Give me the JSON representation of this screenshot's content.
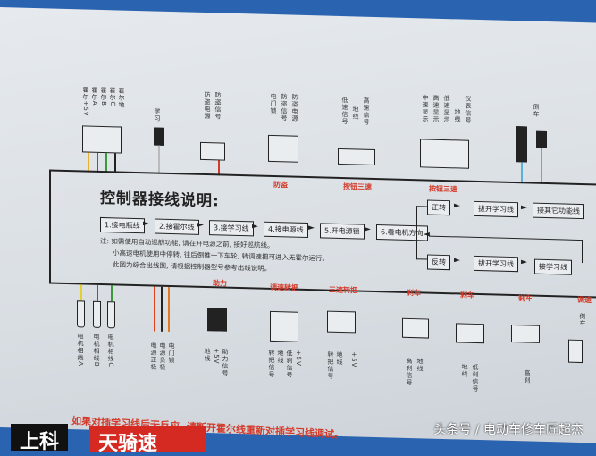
{
  "title": "控制器接线说明:",
  "steps": [
    "1.接电瓶线",
    "2.接霍尔线",
    "3.接学习线",
    "4.接电源线",
    "5.开电源锁",
    "6.看电机方向"
  ],
  "branch": {
    "forward": "正转",
    "reverse": "反转",
    "forward_steps": [
      "拔开学习线",
      "接其它功能线"
    ],
    "reverse_steps": [
      "拔开学习线",
      "接学习线"
    ]
  },
  "notes": [
    "注: 如需使用自动巡航功能, 请在开电源之前, 接好巡航线。",
    "小高速电机使用中停转, 往后倒推一下车轮, 转调速把可进入无霍尔运行。",
    "此图为综合出线图, 请根据控制器型号参考出线说明。"
  ],
  "top_connectors": [
    {
      "labels": [
        "霍尔+5V",
        "霍尔A",
        "霍尔B",
        "霍尔C",
        "霍尔地"
      ],
      "red": ""
    },
    {
      "labels": [
        "学习"
      ],
      "red": ""
    },
    {
      "labels": [
        "防盗电源",
        "防盗信号"
      ],
      "red": ""
    },
    {
      "labels": [
        "电门锁",
        "防盗信号",
        "防盗电源"
      ],
      "red": "防盗"
    },
    {
      "labels": [
        "低速信号",
        "地线",
        "高速信号"
      ],
      "red": "按钮三速"
    },
    {
      "labels": [
        "中速显示",
        "高速显示",
        "低速显示",
        "地线",
        "仪表信号"
      ],
      "red": "按钮三速"
    },
    {
      "labels": [
        "倒车"
      ],
      "red": ""
    }
  ],
  "bottom_connectors": [
    {
      "labels": [
        "电机相线A",
        "电机相线B",
        "电机相线C"
      ],
      "red": ""
    },
    {
      "labels": [
        "电源正极",
        "电源负极",
        "电门锁"
      ],
      "red": ""
    },
    {
      "labels": [
        "地线",
        "+5V",
        "助力信号"
      ],
      "red": "助力"
    },
    {
      "labels": [
        "转把信号",
        "地线",
        "低刹信号",
        "+5V"
      ],
      "red": "调速转把"
    },
    {
      "labels": [
        "转把信号",
        "地线",
        "+5V"
      ],
      "red": "三速转把"
    },
    {
      "labels": [
        "高刹信号",
        "地线"
      ],
      "red": "刹车"
    },
    {
      "labels": [
        "地线",
        "低刹信号"
      ],
      "red": "刹车"
    },
    {
      "labels": [
        "高刹"
      ],
      "red": "刹车"
    },
    {
      "labels": [
        "倒车"
      ],
      "red": "调速"
    }
  ],
  "footer_warning": "如果对插学习线后无反应, 请断开霍尔线重新对插学习线调试。",
  "brand": [
    "上科",
    "天骑速"
  ],
  "watermark": "头条号 / 电动车修车匠超杰",
  "colors": {
    "box_blue": "#2a63b0",
    "warning_red": "#d43a2a",
    "paper": "#dde2e7"
  }
}
